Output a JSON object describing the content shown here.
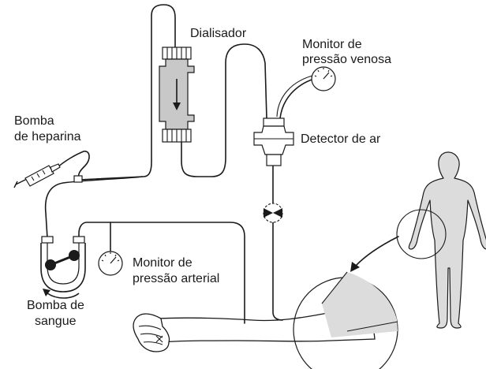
{
  "labels": {
    "dialyzer": "Dialisador",
    "venous_monitor_line1": "Monitor de",
    "venous_monitor_line2": "pressão venosa",
    "heparin_pump_line1": "Bomba",
    "heparin_pump_line2": "de heparina",
    "air_detector": "Detector de ar",
    "arterial_monitor_line1": "Monitor de",
    "arterial_monitor_line2": "pressão arterial",
    "blood_pump_line1": "Bomba de",
    "blood_pump_line2": "sangue"
  },
  "colors": {
    "line": "#1a1a1a",
    "dialyzer_body": "#c8c8c8",
    "skin": "#dcdcdc",
    "background": "#ffffff"
  }
}
